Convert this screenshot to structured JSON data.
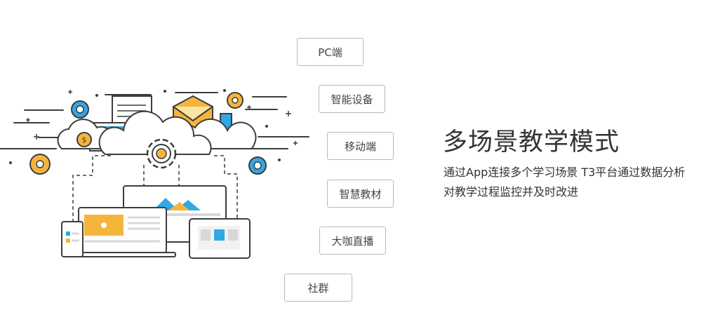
{
  "tags": [
    {
      "label": "PC端"
    },
    {
      "label": "智能设备"
    },
    {
      "label": "移动端"
    },
    {
      "label": "智慧教材"
    },
    {
      "label": "大咖直播"
    },
    {
      "label": "社群"
    }
  ],
  "headline": "多场景教学模式",
  "description": {
    "line1": "通过App连接多个学习场景  T3平台通过数据分析",
    "line2": "对教学过程监控并及时改进"
  },
  "colors": {
    "accent_blue": "#31a8e6",
    "accent_orange": "#f5b53c",
    "stroke": "#3d3d3d",
    "border": "#b9b9b9"
  },
  "icons": [
    "gear-icon",
    "cloud-icon",
    "laptop-icon",
    "tablet-icon",
    "phone-icon",
    "envelope-icon",
    "document-icon",
    "bar-chart-icon",
    "coin-icon"
  ]
}
